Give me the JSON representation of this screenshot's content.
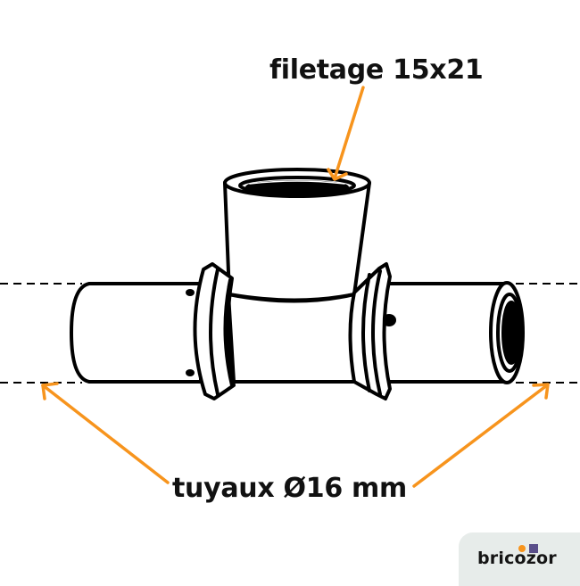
{
  "labels": {
    "thread": "filetage 15x21",
    "pipes": "tuyaux Ø16 mm"
  },
  "colors": {
    "arrow": "#f7941d",
    "outline": "#000000",
    "background": "#ffffff",
    "logo_bg": "#e7ecea",
    "logo_dot": "#f7941d",
    "logo_square": "#5a4f8a"
  },
  "logo": {
    "text": "bricozor"
  },
  "diagram": {
    "subject": "tee-fitting",
    "parts": [
      "threaded-female-outlet",
      "left-press-sleeve",
      "right-press-sleeve",
      "center-body"
    ],
    "pipe_guides": "dashed-lines"
  }
}
